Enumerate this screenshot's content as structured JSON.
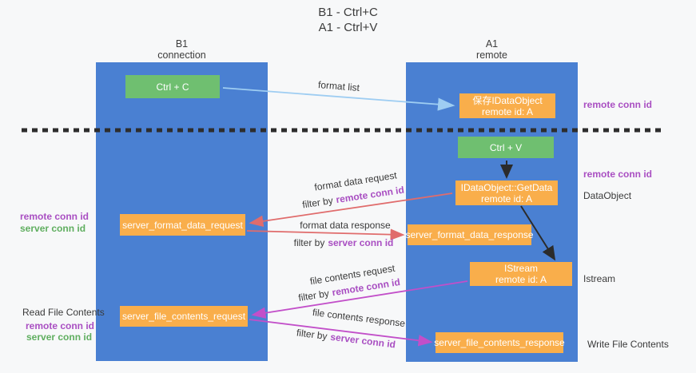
{
  "title": {
    "line1": "B1 - Ctrl+C",
    "line2": "A1 - Ctrl+V"
  },
  "lanes": {
    "left": {
      "name": "B1",
      "subtitle": "connection"
    },
    "right": {
      "name": "A1",
      "subtitle": "remote"
    }
  },
  "boxes": {
    "ctrl_c": {
      "label": "Ctrl + C"
    },
    "save_idataobject": {
      "line1": "保存IDataObject",
      "line2": "remote id: A"
    },
    "ctrl_v": {
      "label": "Ctrl + V"
    },
    "getdata": {
      "line1": "IDataObject::GetData",
      "line2": "remote id: A"
    },
    "format_request": {
      "label": "server_format_data_request"
    },
    "format_response": {
      "label": "server_format_data_response"
    },
    "istream": {
      "line1": "IStream",
      "line2": "remote id: A"
    },
    "file_request": {
      "label": "server_file_contents_request"
    },
    "file_response": {
      "label": "server_file_contents_response"
    }
  },
  "arrows": {
    "format_list": "format list",
    "format_data_request": "format data request",
    "format_data_response": "format data response",
    "file_contents_request": "file contents request",
    "file_contents_response": "file contents response",
    "filter_by": "filter by"
  },
  "annotations": {
    "remote_conn_id": "remote conn id",
    "server_conn_id": "server conn id",
    "dataobject": "DataObject",
    "istream": "Istream",
    "read_file_contents": "Read File Contents",
    "write_file_contents": "Write File Contents"
  },
  "colors": {
    "lane_blue": "#4a80d2",
    "box_green": "#6fbf70",
    "box_orange": "#f9ae4b",
    "arrow_light_blue": "#9ecdf2",
    "arrow_red": "#e06c6c",
    "arrow_magenta": "#c24fc9",
    "arrow_black": "#2b2b2b",
    "text_purple": "#a94fc2",
    "text_green": "#5fae5f",
    "dashed_divider": "#2d2d2d"
  }
}
